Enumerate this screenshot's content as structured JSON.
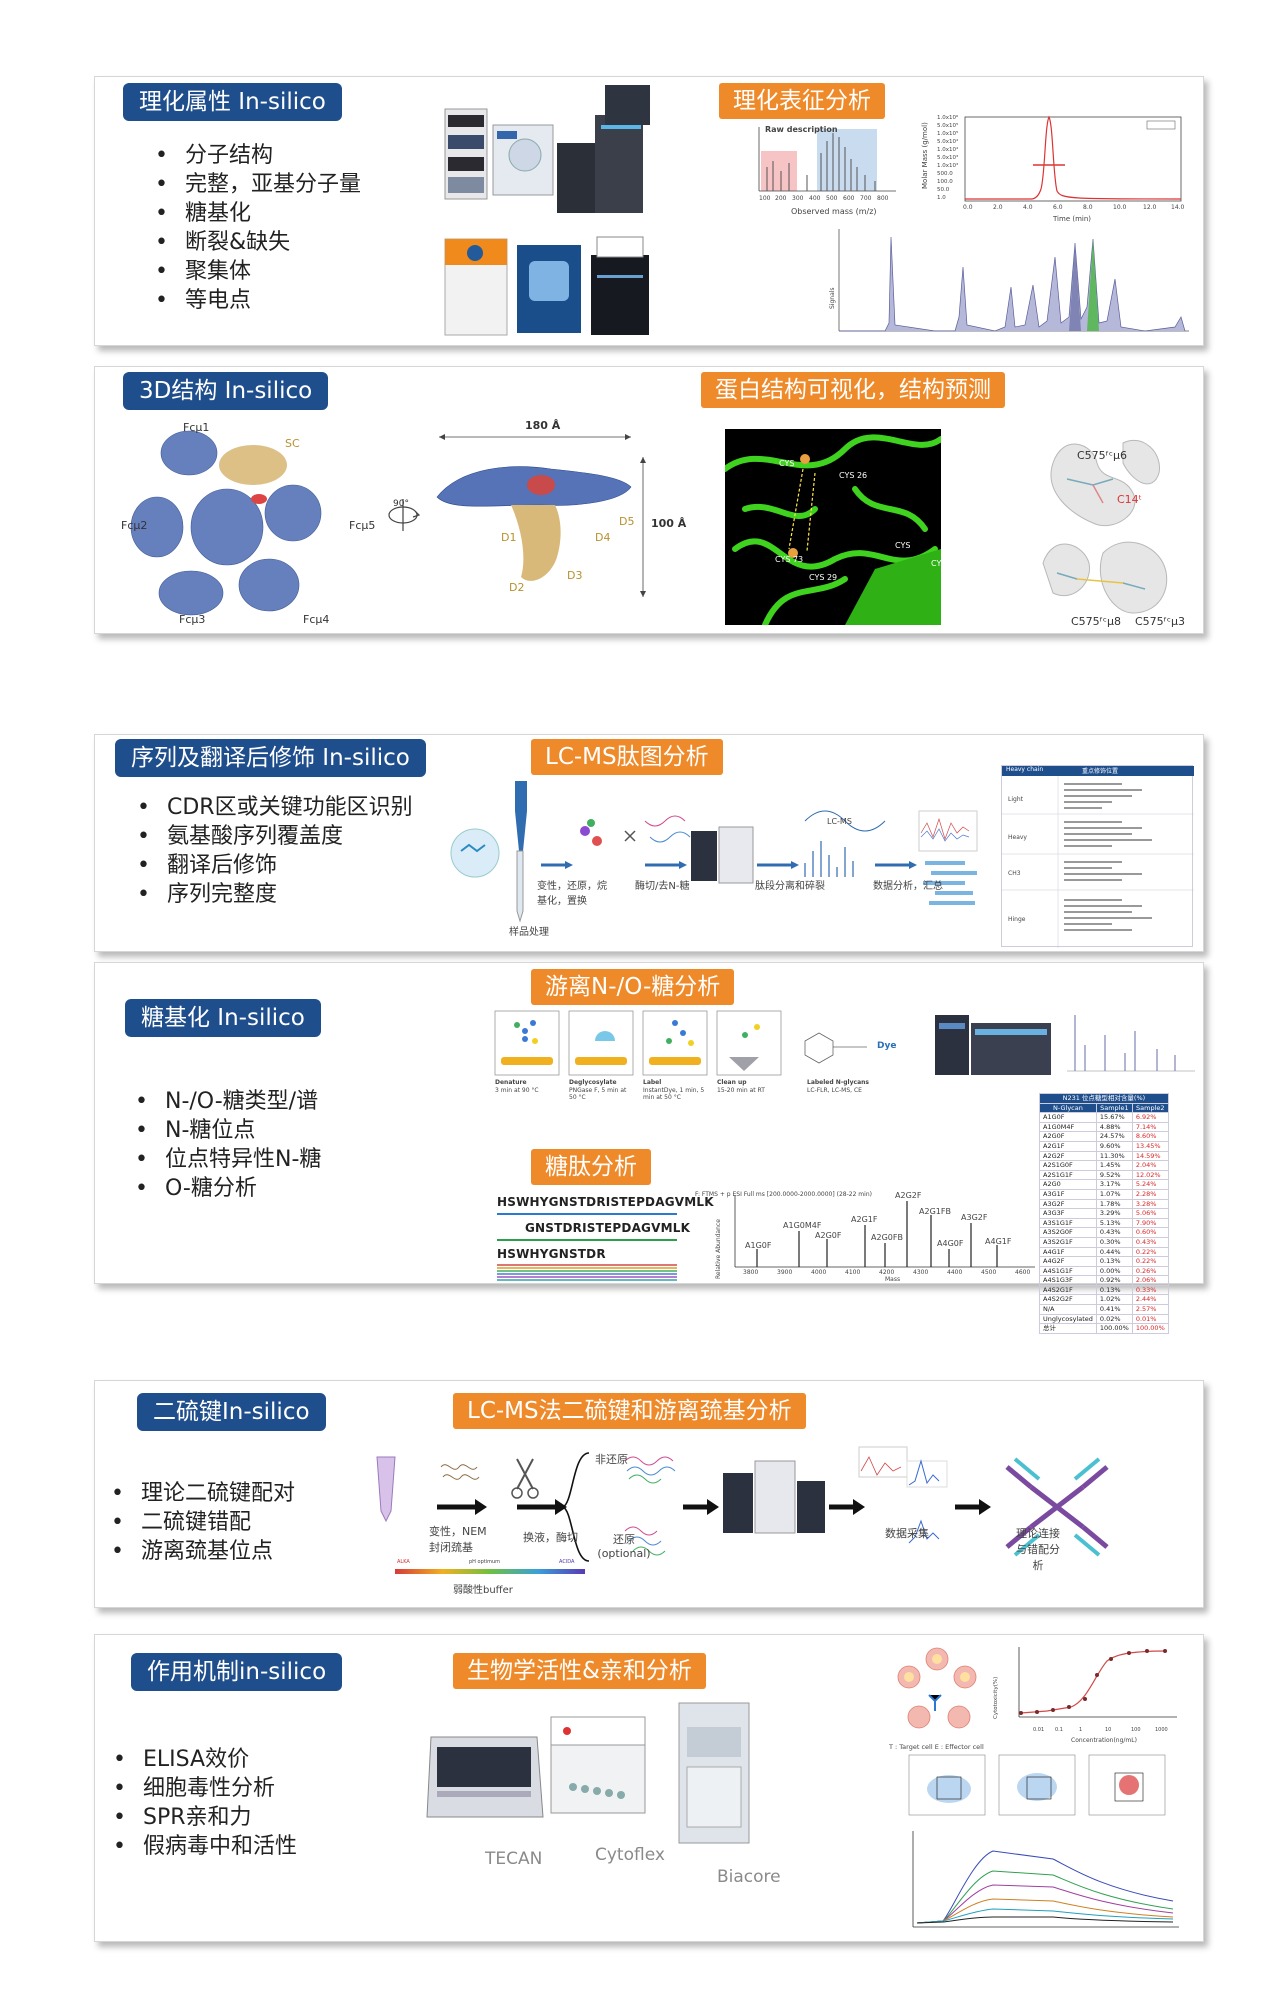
{
  "panels": [
    {
      "tag_left": "理化属性 In-silico",
      "tag_right": "理化表征分析",
      "bullets": [
        "分子结构",
        "完整，亚基分子量",
        "糖基化",
        "断裂&缺失",
        "聚集体",
        "等电点"
      ],
      "ms_chart_title": "Raw description",
      "sec_axis_y": "Molar Mass (g/mol)",
      "sec_axis_x": "Time (min)",
      "sec_yticks": [
        "1.0x10⁶",
        "5.0x10⁵",
        "1.0x10⁵",
        "5.0x10⁴",
        "1.0x10⁴",
        "5.0x10³",
        "1.0x10³",
        "500.0",
        "100.0",
        "50.0",
        "1.0"
      ],
      "sec_xticks": [
        "0.0",
        "2.0",
        "4.0",
        "6.0",
        "8.0",
        "10.0",
        "12.0",
        "14.0"
      ],
      "ms_xticks": [
        "100",
        "200",
        "300",
        "400",
        "500",
        "600",
        "700",
        "800"
      ],
      "ms_axis_x": "Observed mass (m/z)",
      "chrom_axis_y": "Signals"
    },
    {
      "tag_left": "3D结构 In-silico",
      "tag_right": "蛋白结构可视化，结构预测",
      "labels_fc": [
        "Fcμ1",
        "SC",
        "Fcμ2",
        "Fcμ5",
        "Fcμ3",
        "Fcμ4"
      ],
      "labels_side": [
        "180 Å",
        "100 Å",
        "D1",
        "D2",
        "D3",
        "D4",
        "D5"
      ],
      "rotation": "90°",
      "green_labels": [
        "CYS",
        "CYS 26",
        "CYS 73",
        "CYS 29",
        "CYS",
        "CYS"
      ],
      "cryo_labels": [
        "C575ᶠᶜμ6",
        "C14ᵗ",
        "C575ᶠᶜμ8",
        "C575ᶠᶜμ3"
      ]
    },
    {
      "tag_left": "序列及翻译后修饰 In-silico",
      "tag_right": "LC-MS肽图分析",
      "bullets": [
        "CDR区或关键功能区识别",
        "氨基酸序列覆盖度",
        "翻译后修饰",
        "序列完整度"
      ],
      "workflow": [
        "样品处理",
        "变性，还原，烷基化，置换",
        "酶切/去N-糖",
        "肽段分离和碎裂",
        "数据分析，汇总"
      ],
      "lcms_label": "LC-MS",
      "table_header": [
        "Heavy chain",
        "重点修饰位置"
      ],
      "table_rows": [
        "Light",
        "Heavy",
        "CH3",
        "Hinge"
      ]
    },
    {
      "tag_left": "糖基化 In-silico",
      "tag_right": "游离N-/O-糖分析",
      "tag_right2": "糖肽分析",
      "bullets": [
        "N-/O-糖类型/谱",
        "N-糖位点",
        "位点特异性N-糖",
        "O-糖分析"
      ],
      "steps": [
        {
          "title": "Denature",
          "desc": "3 min at 90 °C"
        },
        {
          "title": "Deglycosylate",
          "desc": "PNGase F, 5 min at 50 °C"
        },
        {
          "title": "Label",
          "desc": "InstantDye, 1 min, 5 min at 50 °C"
        },
        {
          "title": "Clean up",
          "desc": "15-20 min at RT"
        },
        {
          "title": "Labeled N-glycans",
          "desc": "LC-FLR, LC-MS, CE"
        }
      ],
      "dye_label": "Dye",
      "sequences": [
        "HSWHYGNSTDRISTEPDAGVMLK",
        "GNSTDRISTEPDAGVMLK",
        "HSWHYGNSTDR"
      ],
      "ms_title": "F: FTMS + p ESI Full ms [200.0000-2000.0000] (28-22 min)",
      "ms_peaks": [
        "A1G0F",
        "A1G0M4F",
        "A2G0F",
        "A2G1F",
        "A2G0FB",
        "A2G2F",
        "A2G1FB",
        "A4G0F",
        "A3G2F",
        "A4G1F"
      ],
      "ms_xticks": [
        "3800",
        "3900",
        "4000",
        "4100",
        "4200",
        "4300",
        "4400",
        "4500",
        "4600"
      ],
      "ms_xlabel": "Mass",
      "ms_ylabel": "Relative Abundance",
      "glycan_table": {
        "title": "N231 位点糖型相对含量(%)",
        "header": [
          "N-Glycan",
          "Sample1",
          "Sample2"
        ],
        "rows": [
          [
            "A1G0F",
            "15.67%",
            "6.92%"
          ],
          [
            "A1G0M4F",
            "4.88%",
            "7.14%"
          ],
          [
            "A2G0F",
            "24.57%",
            "8.60%"
          ],
          [
            "A2G1F",
            "9.60%",
            "13.45%"
          ],
          [
            "A2G2F",
            "11.30%",
            "14.59%"
          ],
          [
            "A2S1G0F",
            "1.45%",
            "2.04%"
          ],
          [
            "A2S1G1F",
            "9.52%",
            "12.02%"
          ],
          [
            "A2G0",
            "3.17%",
            "5.24%"
          ],
          [
            "A3G1F",
            "1.07%",
            "2.28%"
          ],
          [
            "A3G2F",
            "1.78%",
            "3.28%"
          ],
          [
            "A3G3F",
            "3.29%",
            "5.06%"
          ],
          [
            "A3S1G1F",
            "5.13%",
            "7.90%"
          ],
          [
            "A3S2G0F",
            "0.43%",
            "0.60%"
          ],
          [
            "A3S2G1F",
            "0.30%",
            "0.43%"
          ],
          [
            "A4G1F",
            "0.44%",
            "0.22%"
          ],
          [
            "A4G2F",
            "0.13%",
            "0.22%"
          ],
          [
            "A4S1G1F",
            "0.00%",
            "0.26%"
          ],
          [
            "A4S1G3F",
            "0.92%",
            "2.06%"
          ],
          [
            "A4S2G1F",
            "0.13%",
            "0.33%"
          ],
          [
            "A4S2G2F",
            "1.02%",
            "2.44%"
          ],
          [
            "N/A",
            "0.41%",
            "2.57%"
          ],
          [
            "Unglycosylated",
            "0.02%",
            "0.01%"
          ],
          [
            "总计",
            "100.00%",
            "100.00%"
          ]
        ]
      }
    },
    {
      "tag_left": "二硫键In-silico",
      "tag_right": "LC-MS法二硫键和游离巯基分析",
      "bullets": [
        "理论二硫键配对",
        "二硫键错配",
        "游离巯基位点"
      ],
      "workflow": [
        "变性，NEM封闭巯基",
        "换液，酶切",
        "非还原",
        "还原 (optional)",
        "数据采集",
        "理论连接与错配分析"
      ],
      "buffer_label": "弱酸性buffer",
      "ph_labels": [
        "ALKA",
        "pH optimum",
        "ACIDA"
      ]
    },
    {
      "tag_left": "作用机制in-silico",
      "tag_right": "生物学活性&亲和分析",
      "bullets": [
        "ELISA效价",
        "细胞毒性分析",
        "SPR亲和力",
        "假病毒中和活性"
      ],
      "instruments": [
        "TECAN",
        "Cytoflex",
        "Biacore"
      ],
      "cell_legend": "T : Target cell    E : Effector cell",
      "curve_xlabel": "Concentration(ng/mL)",
      "curve_ylabel": "Cytotoxicity(%)",
      "curve_xticks": [
        "0.01",
        "0.1",
        "1",
        "10",
        "100",
        "1000"
      ]
    }
  ],
  "colors": {
    "tag_blue": "#1f4e8c",
    "tag_orange": "#ee8a2a",
    "protein_blue": "#4a6fb5",
    "protein_tan": "#d8b77a",
    "protein_green": "#3fd21f"
  }
}
